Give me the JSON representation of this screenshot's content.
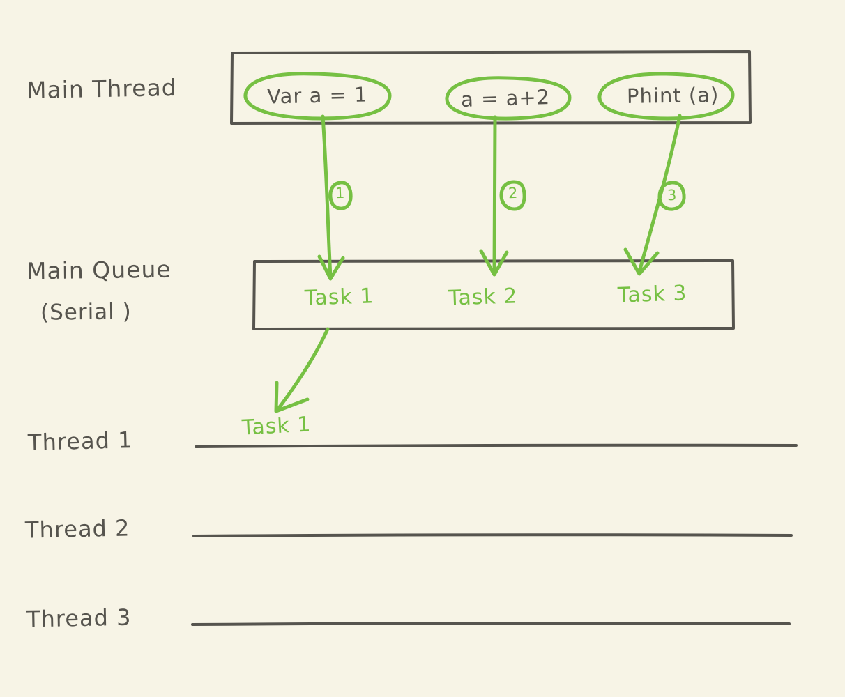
{
  "diagram": {
    "title_semantics": "GCD main thread, main serial queue and worker threads sketch",
    "background_color": "#F7F4E6",
    "ink_color": "#56544E",
    "accent_color": "#76C043"
  },
  "rows": {
    "main_thread": {
      "label": "Main Thread",
      "statements": [
        {
          "text": "Var  a  =  1",
          "order_badge": "1"
        },
        {
          "text": "a = a+2",
          "order_badge": "2"
        },
        {
          "text": "Phint (a)",
          "order_badge": "3"
        }
      ]
    },
    "main_queue": {
      "label_line1": "Main  Queue",
      "label_line2": "(Serial )",
      "tasks": [
        {
          "text": "Task 1"
        },
        {
          "text": "Task 2"
        },
        {
          "text": "Task 3"
        }
      ]
    },
    "threads": [
      {
        "label": "Thread 1",
        "task": "Task 1"
      },
      {
        "label": "Thread 2",
        "task": ""
      },
      {
        "label": "Thread 3",
        "task": ""
      }
    ]
  },
  "badges": {
    "one": "1",
    "two": "2",
    "three": "3"
  }
}
